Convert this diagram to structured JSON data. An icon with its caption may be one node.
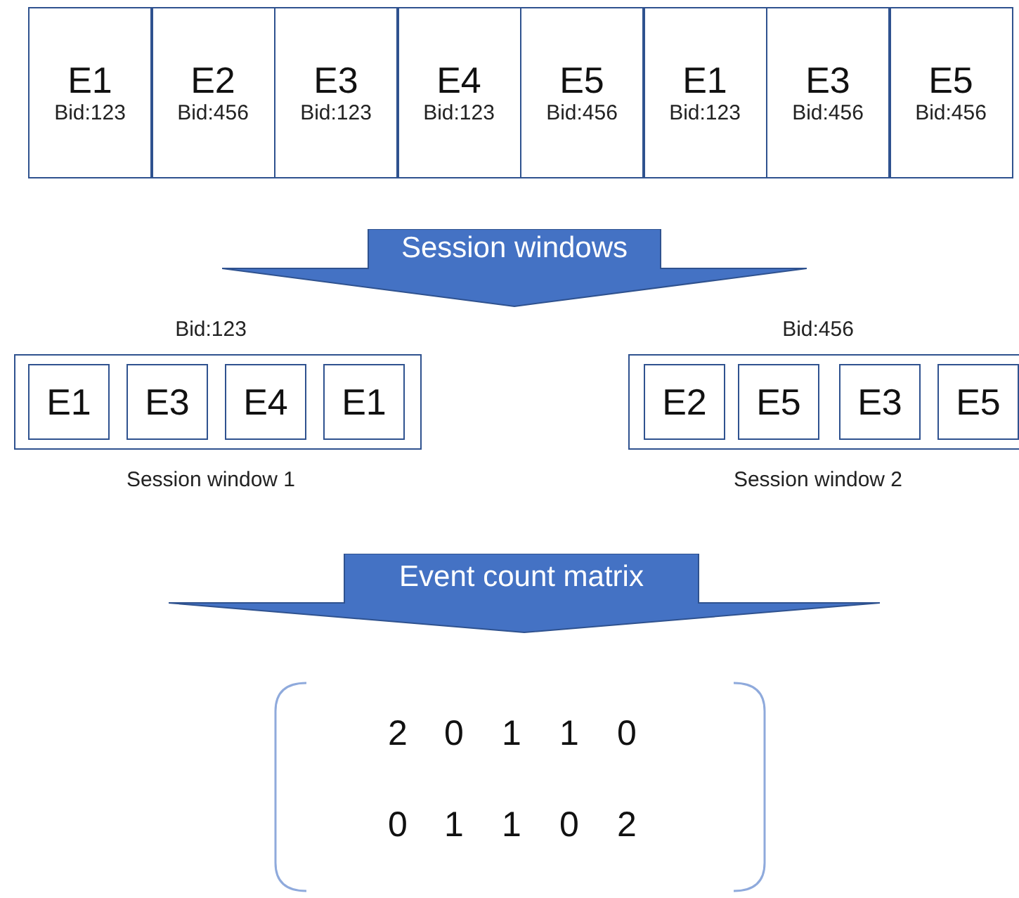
{
  "diagram": {
    "nodes": [
      {
        "text": [
          "E1",
          "Bid:123"
        ]
      },
      {
        "text": [
          "E2",
          "Bid:456"
        ]
      },
      {
        "text": [
          "E3",
          "Bid:123"
        ]
      },
      {
        "text": [
          "E4",
          "Bid:123"
        ]
      },
      {
        "text": [
          "E5",
          "Bid:456"
        ]
      },
      {
        "text": [
          "E1",
          "Bid:123"
        ]
      },
      {
        "text": [
          "E3",
          "Bid:456"
        ]
      },
      {
        "text": [
          "E5",
          "Bid:456"
        ]
      },
      {
        "text": [
          "Session windows"
        ]
      },
      {
        "text": [
          "Bid:123"
        ],
        "beside": [
          "Session window 1"
        ]
      },
      {
        "text": [
          "E1"
        ],
        "in": 9
      },
      {
        "text": [
          "E3"
        ],
        "in": 9
      },
      {
        "text": [
          "E4"
        ],
        "in": 9
      },
      {
        "text": [
          "E1"
        ],
        "in": 9
      },
      {
        "text": [
          "Bid:456"
        ],
        "beside": [
          "Session window 2"
        ]
      },
      {
        "text": [
          "E2"
        ],
        "in": 14
      },
      {
        "text": [
          "E5"
        ],
        "in": 14
      },
      {
        "text": [
          "E3"
        ],
        "in": 14
      },
      {
        "text": [
          "E5"
        ],
        "in": 14
      },
      {
        "text": [
          "Event count matrix"
        ]
      }
    ],
    "edges": [],
    "labels": [
      "2",
      "0",
      "1",
      "1",
      "0",
      "0",
      "1",
      "1",
      "0",
      "2"
    ]
  }
}
